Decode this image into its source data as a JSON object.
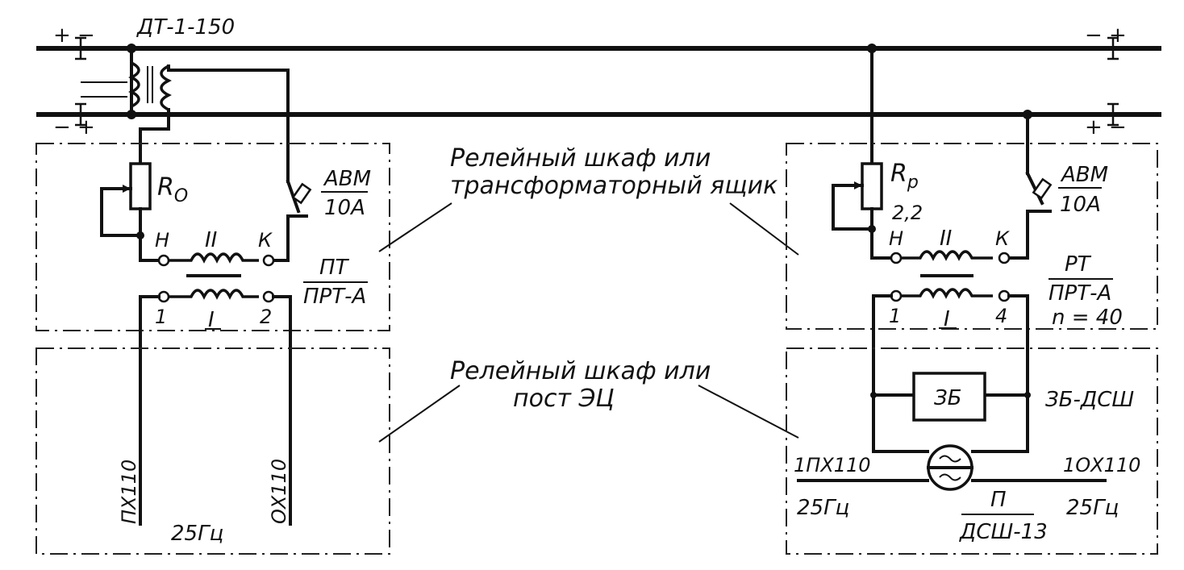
{
  "left": {
    "choke_label": "ДТ-1-150",
    "rail_top_polarity": "+ −",
    "rail_bottom_polarity": "− +",
    "resistor_label": "R",
    "resistor_sub": "O",
    "breaker_top": "АВМ",
    "breaker_bottom": "10А",
    "winding2": "II",
    "winding1": "I",
    "term_h": "Н",
    "term_k": "К",
    "term_1": "1",
    "term_2": "2",
    "transformer_top": "ПТ",
    "transformer_bottom": "ПРТ-А",
    "wire_px": "ПХ110",
    "wire_ox": "ОХ110",
    "freq": "25Гц"
  },
  "right": {
    "rail_top_polarity": "− +",
    "rail_bottom_polarity": "+ −",
    "resistor_label": "R",
    "resistor_sub": "p",
    "resistor_value": "2,2",
    "breaker_top": "АВМ",
    "breaker_bottom": "10А",
    "winding2": "II",
    "winding1": "I",
    "term_h": "Н",
    "term_k": "К",
    "term_1": "1",
    "term_4": "4",
    "transformer_top": "РТ",
    "transformer_bottom": "ПРТ-А",
    "ratio": "n = 40",
    "block_label": "ЗБ",
    "block_name": "ЗБ-ДСШ",
    "wire_px": "1ПХ110",
    "wire_ox": "1ОХ110",
    "freq_left": "25Гц",
    "freq_right": "25Гц",
    "relay_top": "П",
    "relay_bottom": "ДСШ-13"
  },
  "center": {
    "top_line1": "Релейный шкаф или",
    "top_line2": "трансформаторный ящик",
    "bottom_line1": "Релейный шкаф или",
    "bottom_line2": "пост ЭЦ"
  }
}
